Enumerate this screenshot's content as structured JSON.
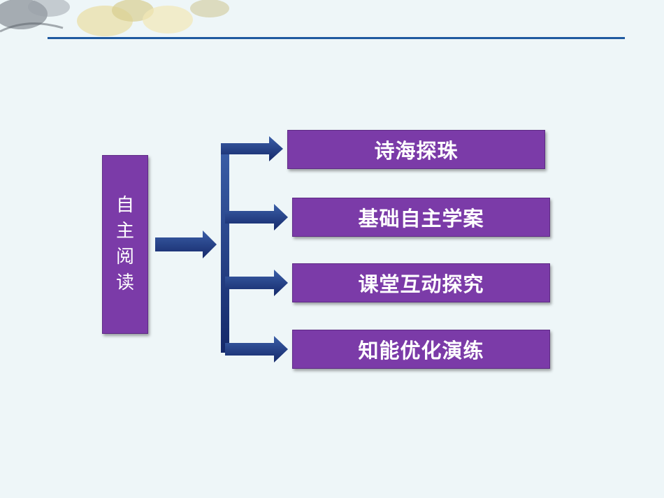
{
  "decoration": {
    "icon": "flower-corner-decoration-icon",
    "accent": "#1f5aa0"
  },
  "colors": {
    "box_fill": "#7b3ba8",
    "arrow": "#1e3a78",
    "background": "#eef6f8"
  },
  "root": {
    "chars": [
      "自",
      "主",
      "阅",
      "读"
    ]
  },
  "branches": [
    {
      "label": "诗海探珠"
    },
    {
      "label": "基础自主学案"
    },
    {
      "label": "课堂互动探究"
    },
    {
      "label": "知能优化演练"
    }
  ]
}
